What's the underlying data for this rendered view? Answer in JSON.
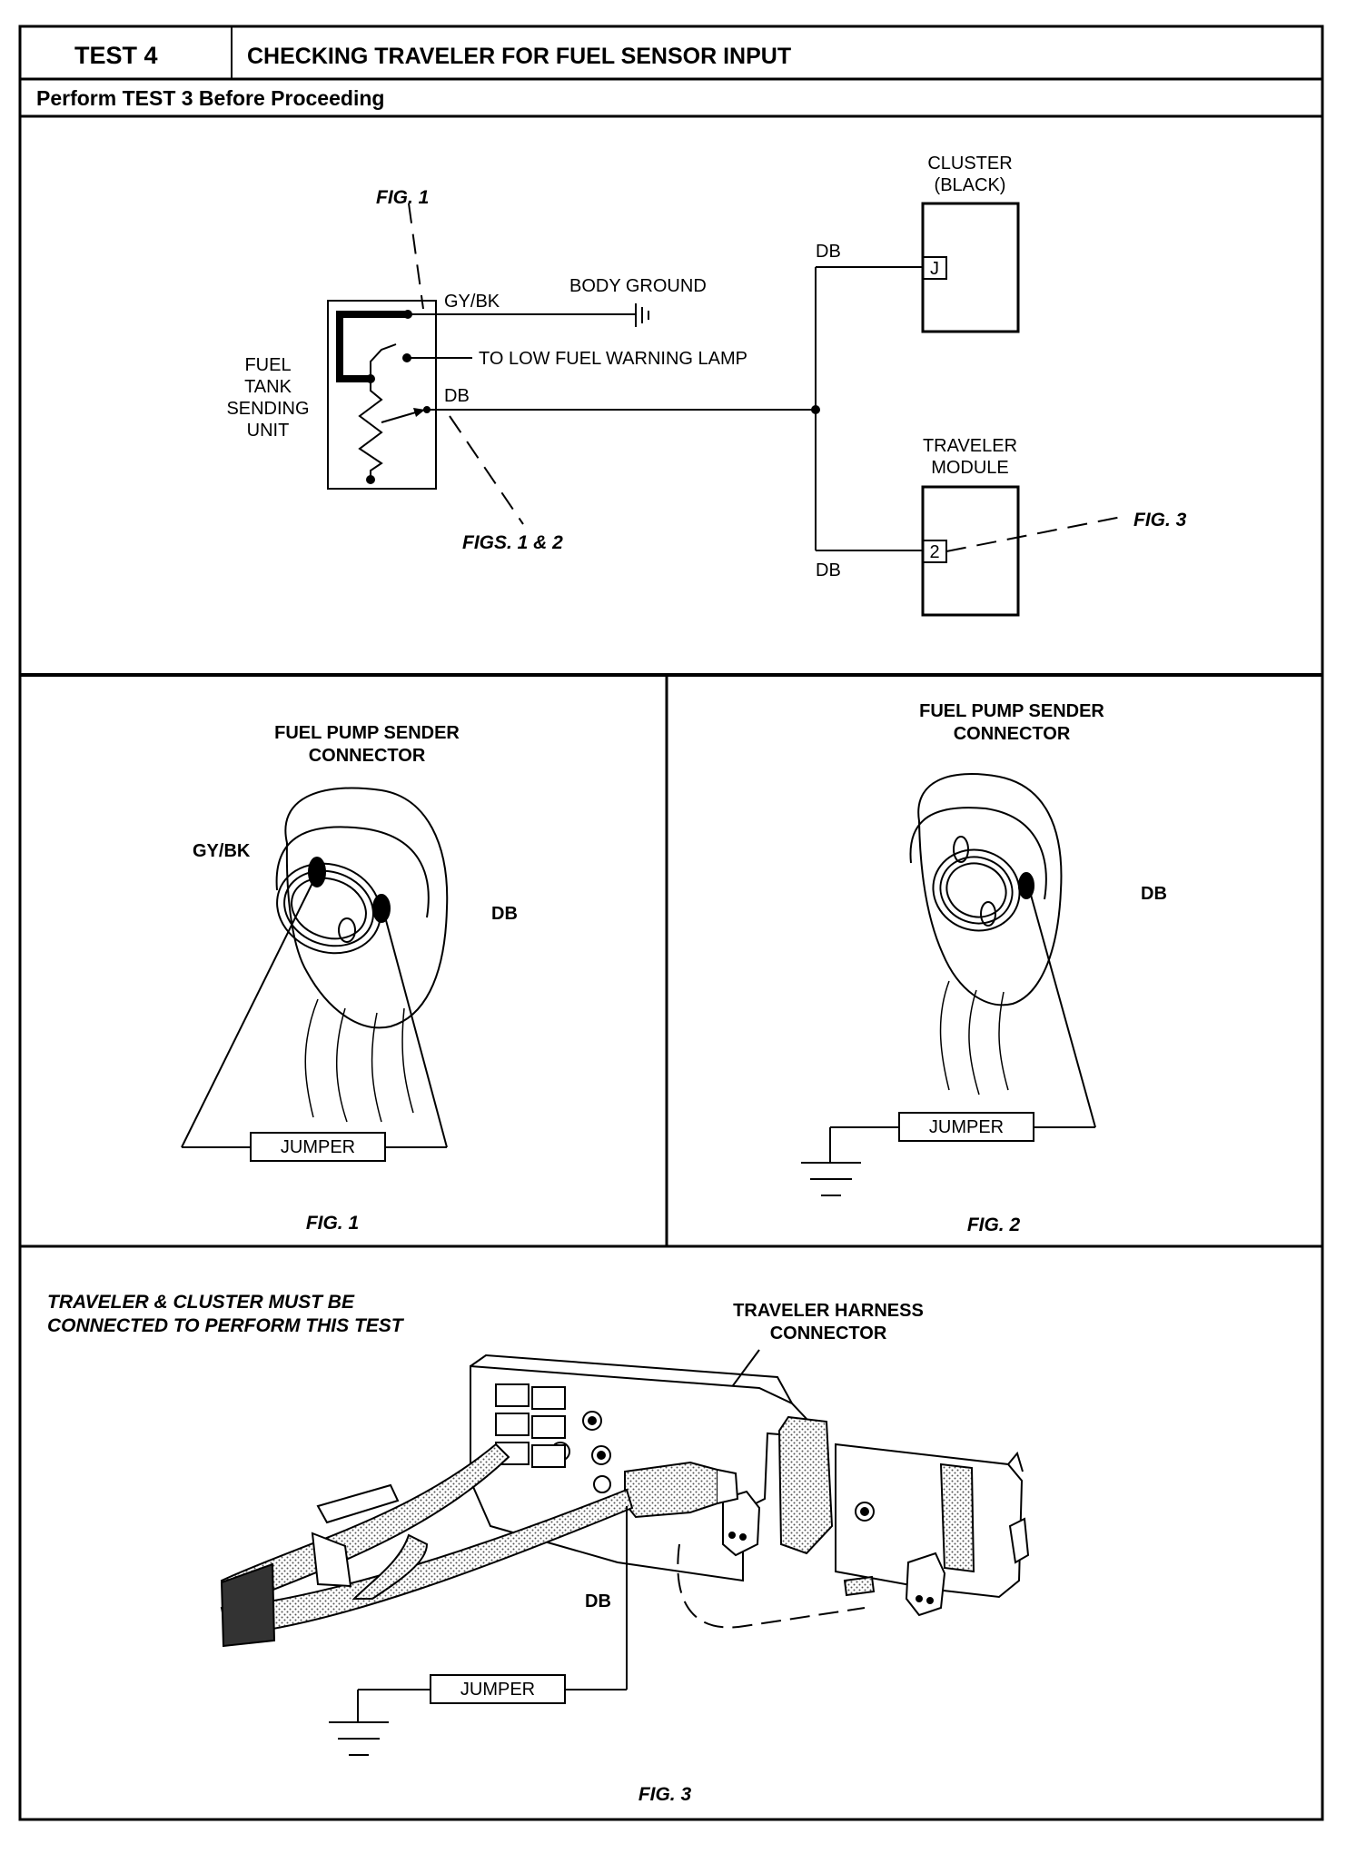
{
  "header": {
    "test_label": "TEST 4",
    "title": "CHECKING TRAVELER FOR FUEL SENSOR INPUT",
    "subtitle": "Perform TEST 3 Before Proceeding"
  },
  "schematic": {
    "fig1_ref": "FIG. 1",
    "figs12_ref": "FIGS. 1 & 2",
    "fig3_ref": "FIG. 3",
    "sending_unit": [
      "FUEL",
      "TANK",
      "SENDING",
      "UNIT"
    ],
    "wire_gybk": "GY/BK",
    "body_ground": "BODY GROUND",
    "low_fuel": "TO LOW FUEL WARNING LAMP",
    "wire_db": "DB",
    "wire_db_cluster": "DB",
    "wire_db_traveler": "DB",
    "cluster": [
      "CLUSTER",
      "(BLACK)"
    ],
    "cluster_pin": "J",
    "traveler": [
      "TRAVELER",
      "MODULE"
    ],
    "traveler_pin": "2"
  },
  "fig1": {
    "title": [
      "FUEL PUMP SENDER",
      "CONNECTOR"
    ],
    "wire_gybk": "GY/BK",
    "wire_db": "DB",
    "jumper": "JUMPER",
    "caption": "FIG. 1"
  },
  "fig2": {
    "title": [
      "FUEL PUMP SENDER",
      "CONNECTOR"
    ],
    "wire_db": "DB",
    "jumper": "JUMPER",
    "caption": "FIG. 2"
  },
  "fig3": {
    "note": [
      "TRAVELER & CLUSTER MUST BE",
      "CONNECTED TO PERFORM THIS TEST"
    ],
    "harness": [
      "TRAVELER HARNESS",
      "CONNECTOR"
    ],
    "wire_db": "DB",
    "jumper": "JUMPER",
    "caption": "FIG. 3"
  }
}
